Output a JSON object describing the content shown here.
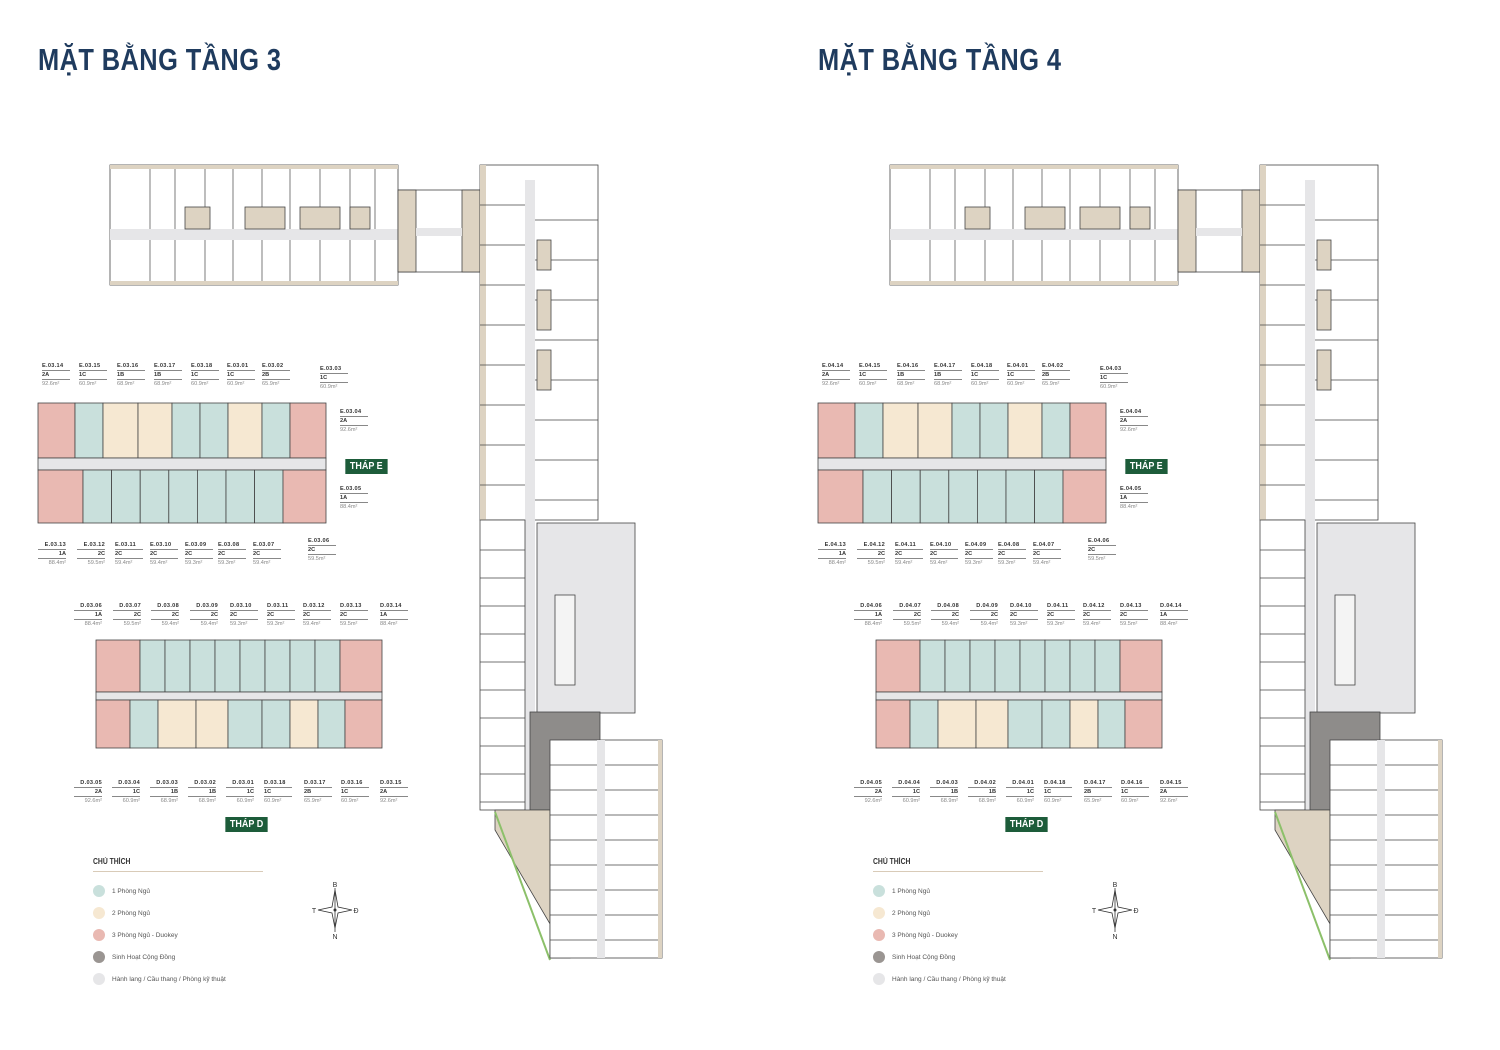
{
  "floors": [
    {
      "title": "MẶT BẰNG TẦNG 3",
      "tower_e": {
        "name": "THÁP E",
        "units": [
          {
            "code": "E.03.14",
            "type": "2A",
            "area": "92.6m²"
          },
          {
            "code": "E.03.15",
            "type": "1C",
            "area": "60.9m²"
          },
          {
            "code": "E.03.16",
            "type": "1B",
            "area": "68.9m²"
          },
          {
            "code": "E.03.17",
            "type": "1B",
            "area": "68.9m²"
          },
          {
            "code": "E.03.18",
            "type": "1C",
            "area": "60.9m²"
          },
          {
            "code": "E.03.01",
            "type": "1C",
            "area": "60.9m²"
          },
          {
            "code": "E.03.02",
            "type": "2B",
            "area": "65.9m²"
          },
          {
            "code": "E.03.03",
            "type": "1C",
            "area": "60.9m²"
          },
          {
            "code": "E.03.04",
            "type": "2A",
            "area": "92.6m²"
          },
          {
            "code": "E.03.05",
            "type": "1A",
            "area": "88.4m²"
          },
          {
            "code": "E.03.06",
            "type": "2C",
            "area": "59.5m²"
          },
          {
            "code": "E.03.07",
            "type": "2C",
            "area": "59.4m²"
          },
          {
            "code": "E.03.08",
            "type": "2C",
            "area": "59.3m²"
          },
          {
            "code": "E.03.09",
            "type": "2C",
            "area": "59.3m²"
          },
          {
            "code": "E.03.10",
            "type": "2C",
            "area": "59.4m²"
          },
          {
            "code": "E.03.11",
            "type": "2C",
            "area": "59.4m²"
          },
          {
            "code": "E.03.12",
            "type": "2C",
            "area": "59.5m²"
          },
          {
            "code": "E.03.13",
            "type": "1A",
            "area": "88.4m²"
          }
        ]
      },
      "tower_d": {
        "name": "THÁP D",
        "units": [
          {
            "code": "D.03.06",
            "type": "1A",
            "area": "88.4m²"
          },
          {
            "code": "D.03.07",
            "type": "2C",
            "area": "59.5m²"
          },
          {
            "code": "D.03.08",
            "type": "2C",
            "area": "59.4m²"
          },
          {
            "code": "D.03.09",
            "type": "2C",
            "area": "59.4m²"
          },
          {
            "code": "D.03.10",
            "type": "2C",
            "area": "59.3m²"
          },
          {
            "code": "D.03.11",
            "type": "2C",
            "area": "59.3m²"
          },
          {
            "code": "D.03.12",
            "type": "2C",
            "area": "59.4m²"
          },
          {
            "code": "D.03.13",
            "type": "2C",
            "area": "59.5m²"
          },
          {
            "code": "D.03.14",
            "type": "1A",
            "area": "88.4m²"
          },
          {
            "code": "D.03.05",
            "type": "2A",
            "area": "92.6m²"
          },
          {
            "code": "D.03.04",
            "type": "1C",
            "area": "60.9m²"
          },
          {
            "code": "D.03.03",
            "type": "1B",
            "area": "68.9m²"
          },
          {
            "code": "D.03.02",
            "type": "1B",
            "area": "68.9m²"
          },
          {
            "code": "D.03.01",
            "type": "1C",
            "area": "60.9m²"
          },
          {
            "code": "D.03.18",
            "type": "1C",
            "area": "60.9m²"
          },
          {
            "code": "D.03.17",
            "type": "2B",
            "area": "65.9m²"
          },
          {
            "code": "D.03.16",
            "type": "1C",
            "area": "60.9m²"
          },
          {
            "code": "D.03.15",
            "type": "2A",
            "area": "92.6m²"
          }
        ]
      }
    },
    {
      "title": "MẶT BẰNG TẦNG 4",
      "tower_e": {
        "name": "THÁP E",
        "units": [
          {
            "code": "E.04.14",
            "type": "2A",
            "area": "92.6m²"
          },
          {
            "code": "E.04.15",
            "type": "1C",
            "area": "60.9m²"
          },
          {
            "code": "E.04.16",
            "type": "1B",
            "area": "68.9m²"
          },
          {
            "code": "E.04.17",
            "type": "1B",
            "area": "68.9m²"
          },
          {
            "code": "E.04.18",
            "type": "1C",
            "area": "60.9m²"
          },
          {
            "code": "E.04.01",
            "type": "1C",
            "area": "60.9m²"
          },
          {
            "code": "E.04.02",
            "type": "2B",
            "area": "65.9m²"
          },
          {
            "code": "E.04.03",
            "type": "1C",
            "area": "60.9m²"
          },
          {
            "code": "E.04.04",
            "type": "2A",
            "area": "92.6m²"
          },
          {
            "code": "E.04.05",
            "type": "1A",
            "area": "88.4m²"
          },
          {
            "code": "E.04.06",
            "type": "2C",
            "area": "59.5m²"
          },
          {
            "code": "E.04.07",
            "type": "2C",
            "area": "59.4m²"
          },
          {
            "code": "E.04.08",
            "type": "2C",
            "area": "59.3m²"
          },
          {
            "code": "E.04.09",
            "type": "2C",
            "area": "59.3m²"
          },
          {
            "code": "E.04.10",
            "type": "2C",
            "area": "59.4m²"
          },
          {
            "code": "E.04.11",
            "type": "2C",
            "area": "59.4m²"
          },
          {
            "code": "E.04.12",
            "type": "2C",
            "area": "59.5m²"
          },
          {
            "code": "E.04.13",
            "type": "1A",
            "area": "88.4m²"
          }
        ]
      },
      "tower_d": {
        "name": "THÁP D",
        "units": [
          {
            "code": "D.04.06",
            "type": "1A",
            "area": "88.4m²"
          },
          {
            "code": "D.04.07",
            "type": "2C",
            "area": "59.5m²"
          },
          {
            "code": "D.04.08",
            "type": "2C",
            "area": "59.4m²"
          },
          {
            "code": "D.04.09",
            "type": "2C",
            "area": "59.4m²"
          },
          {
            "code": "D.04.10",
            "type": "2C",
            "area": "59.3m²"
          },
          {
            "code": "D.04.11",
            "type": "2C",
            "area": "59.3m²"
          },
          {
            "code": "D.04.12",
            "type": "2C",
            "area": "59.4m²"
          },
          {
            "code": "D.04.13",
            "type": "2C",
            "area": "59.5m²"
          },
          {
            "code": "D.04.14",
            "type": "1A",
            "area": "88.4m²"
          },
          {
            "code": "D.04.05",
            "type": "2A",
            "area": "92.6m²"
          },
          {
            "code": "D.04.04",
            "type": "1C",
            "area": "60.9m²"
          },
          {
            "code": "D.04.03",
            "type": "1B",
            "area": "68.9m²"
          },
          {
            "code": "D.04.02",
            "type": "1B",
            "area": "68.9m²"
          },
          {
            "code": "D.04.01",
            "type": "1C",
            "area": "60.9m²"
          },
          {
            "code": "D.04.18",
            "type": "1C",
            "area": "60.9m²"
          },
          {
            "code": "D.04.17",
            "type": "2B",
            "area": "65.9m²"
          },
          {
            "code": "D.04.16",
            "type": "1C",
            "area": "60.9m²"
          },
          {
            "code": "D.04.15",
            "type": "2A",
            "area": "92.6m²"
          }
        ]
      }
    }
  ],
  "legend": {
    "title": "CHÚ THÍCH",
    "items": [
      {
        "label": "1 Phòng Ngủ",
        "color": "#c9e0dc"
      },
      {
        "label": "2 Phòng Ngủ",
        "color": "#f6e8d2"
      },
      {
        "label": "3 Phòng Ngủ - Duokey",
        "color": "#e9b9b2"
      },
      {
        "label": "Sinh Hoạt Cộng Đồng",
        "color": "#9a9592"
      },
      {
        "label": "Hành lang / Cầu thang / Phòng kỹ thuật",
        "color": "#e6e6e8"
      }
    ]
  },
  "compass": {
    "north": "B",
    "south": "N",
    "west": "T",
    "east": "Đ"
  },
  "colors": {
    "title": "#1f3b5e",
    "badge": "#1d5c3a",
    "one_bed": "#c9e0dc",
    "two_bed": "#f6e8d2",
    "three_bed": "#e9b9b2",
    "community": "#8e8c8a",
    "corridor": "#e6e6e8",
    "service": "#ddd3c2"
  }
}
